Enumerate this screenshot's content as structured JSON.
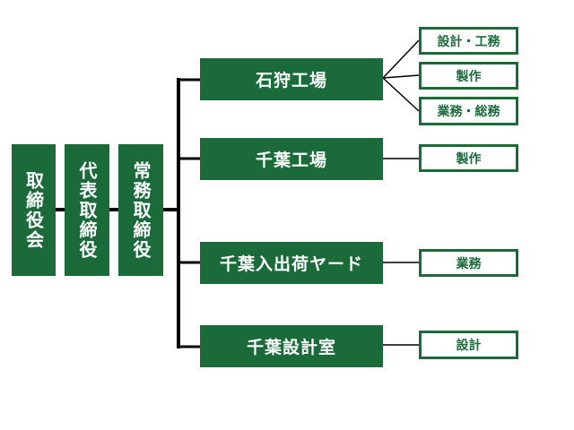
{
  "colors": {
    "primary": "#1a6a3a",
    "background": "#ffffff"
  },
  "executives": [
    {
      "title": "取締役会"
    },
    {
      "title": "代表取締役"
    },
    {
      "title": "常務取締役"
    }
  ],
  "units": [
    {
      "name": "石狩工場",
      "tasks": [
        "設計・工務",
        "製作",
        "業務・総務"
      ]
    },
    {
      "name": "千葉工場",
      "tasks": [
        "製作"
      ]
    },
    {
      "name": "千葉入出荷ヤード",
      "tasks": [
        "業務"
      ]
    },
    {
      "name": "千葉設計室",
      "tasks": [
        "設計"
      ]
    }
  ]
}
